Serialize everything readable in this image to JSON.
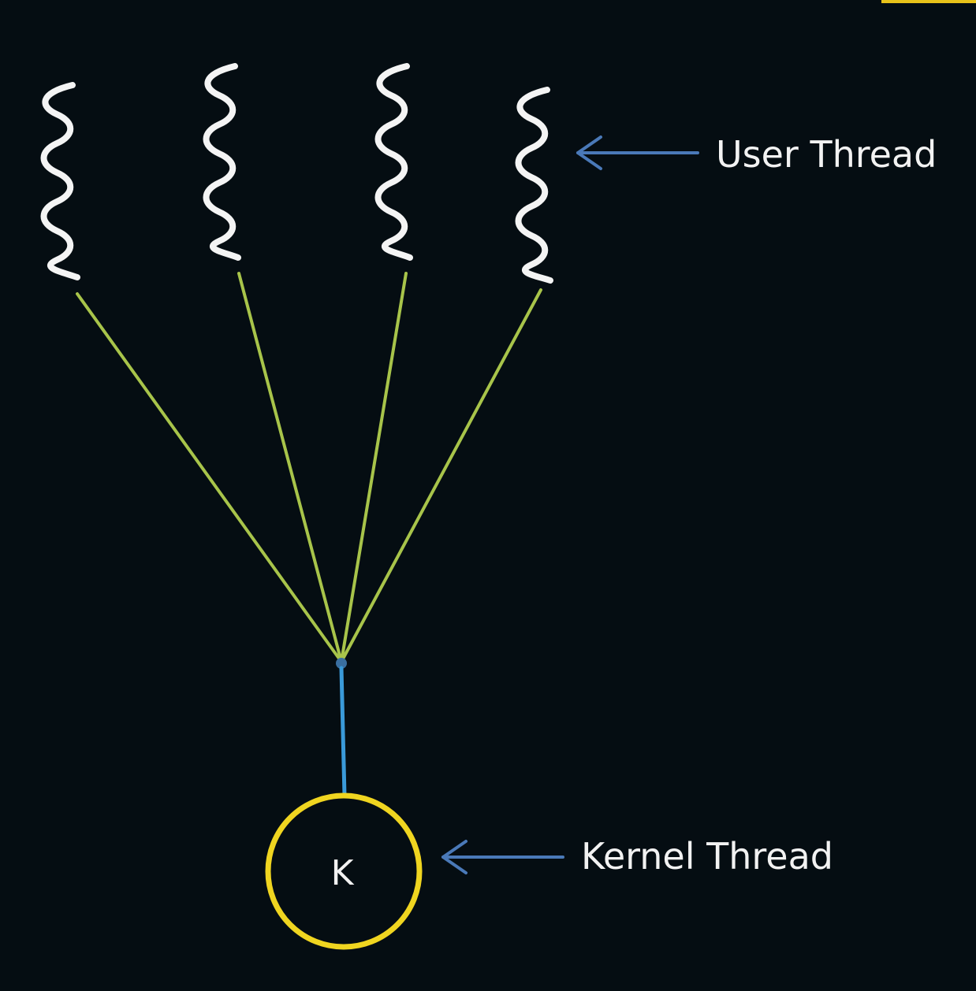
{
  "labels": {
    "user_thread": "User Thread",
    "kernel_thread": "Kernel Thread",
    "kernel_letter": "K"
  },
  "colors": {
    "background": "#050d12",
    "user_thread_wave": "#f4f4f4",
    "mapping_line": "#a8c44a",
    "kernel_link": "#3a9ad9",
    "kernel_circle": "#f0d520",
    "pointer_arrow": "#4a79b8",
    "text": "#f2f2f2"
  },
  "user_threads": [
    {
      "id": "user-thread-1"
    },
    {
      "id": "user-thread-2"
    },
    {
      "id": "user-thread-3"
    },
    {
      "id": "user-thread-4"
    }
  ]
}
